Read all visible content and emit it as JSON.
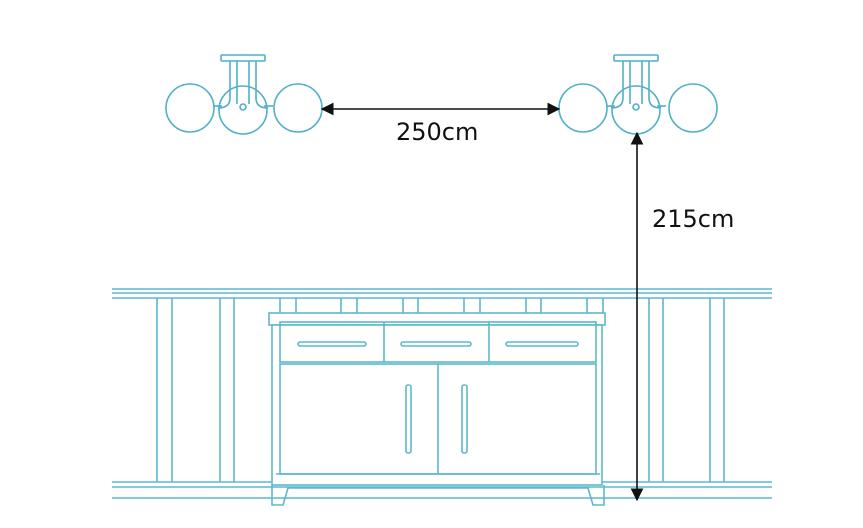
{
  "diagram": {
    "horizontal_dimension": "250cm",
    "vertical_dimension": "215cm"
  },
  "colors": {
    "line": "#5db8cc",
    "line_dark": "#3a9fb6",
    "arrow": "#111111",
    "background": "#ffffff"
  },
  "elements": {
    "fixtures": [
      "pendant-light",
      "pendant-light"
    ],
    "furniture": "kitchen-island-with-sideboard"
  }
}
